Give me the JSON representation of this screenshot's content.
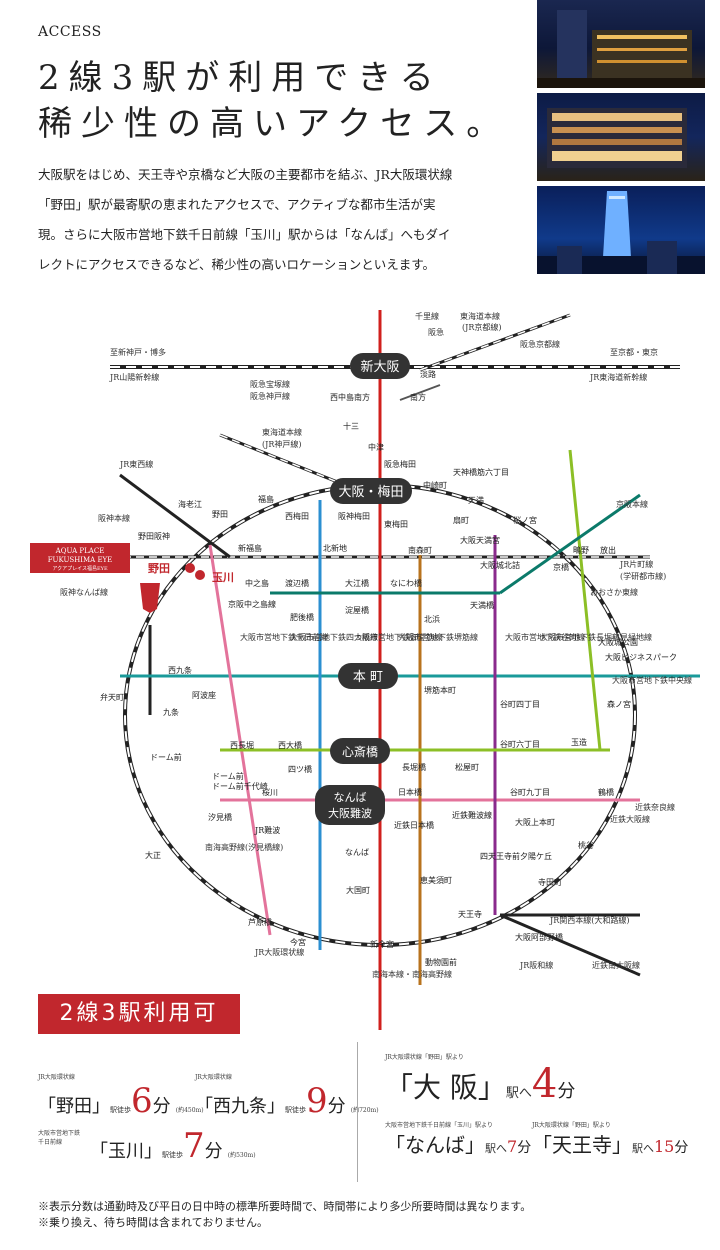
{
  "header": {
    "eyebrow": "ACCESS",
    "line1": "2線3駅が利用できる",
    "line2": "稀少性の高いアクセス。"
  },
  "intro": "大阪駅をはじめ、天王寺や京橋など大阪の主要都市を結ぶ、JR大阪環状線「野田」駅が最寄駅の恵まれたアクセスで、アクティブな都市生活が実現。さらに大阪市営地下鉄千日前線「玉川」駅からは「なんば」へもダイレクトにアクセスできるなど、稀少性の高いロケーションといえます。",
  "colors": {
    "accent_red": "#c1272d",
    "loop_black": "#222222",
    "chuo_teal": "#1a9a9a",
    "midosuji_red": "#d0201d",
    "yotsubashi_blue": "#2b8fd1",
    "sennichimae_pink": "#e3739b",
    "sakaisuji_brown": "#b8731e",
    "tanimachi_purple": "#8a2a8c",
    "nagahori_green": "#8cbf26",
    "keihan_green": "#0b7a6a"
  },
  "map": {
    "hubs": {
      "shin_osaka": "新大阪",
      "umeda": "大阪・梅田",
      "honmachi": "本 町",
      "shinsaibashi": "心斎橋",
      "namba_1": "なんば",
      "namba_2": "大阪難波"
    },
    "property": {
      "name_en_1": "AQUA PLACE",
      "name_en_2": "FUKUSHIMA EYE",
      "name_jp": "アクアプレイス福島EYE"
    },
    "highlight_stations": {
      "noda": "野田",
      "tamagawa": "玉川"
    },
    "stations": {
      "s1": "十三",
      "s2": "中津",
      "s3": "西中島南方",
      "s4": "南方",
      "s5": "淡路",
      "s6": "福島",
      "s7": "野田",
      "s8": "海老江",
      "s9": "野田阪神",
      "s10": "新福島",
      "s11": "北新地",
      "s12": "西梅田",
      "s13": "阪神梅田",
      "s14": "阪急梅田",
      "s15": "東梅田",
      "s16": "中崎町",
      "s17": "天神橋筋六丁目",
      "s18": "扇町",
      "s19": "天満",
      "s20": "南森町",
      "s21": "大阪天満宮",
      "s22": "大阪城北詰",
      "s23": "桜ノ宮",
      "s24": "京橋",
      "s25": "鴫野",
      "s26": "放出",
      "s27": "中之島",
      "s28": "渡辺橋",
      "s29": "大江橋",
      "s30": "なにわ橋",
      "s31": "京阪中之島線",
      "s32": "肥後橋",
      "s33": "淀屋橋",
      "s34": "北浜",
      "s35": "天満橋",
      "s36": "大阪城公園",
      "s37": "大阪ビジネスパーク",
      "s38": "西九条",
      "s39": "弁天町",
      "s40": "九条",
      "s41": "阿波座",
      "s42": "堺筋本町",
      "s43": "谷町四丁目",
      "s44": "森ノ宮",
      "s45": "西長堀",
      "s46": "西大橋",
      "s47": "四ツ橋",
      "s48": "長堀橋",
      "s49": "松屋町",
      "s50": "谷町六丁目",
      "s51": "玉造",
      "s52": "ドーム前",
      "s53": "ドーム前千代崎",
      "s54": "桜川",
      "s55": "日本橋",
      "s56": "近鉄日本橋",
      "s57": "近鉄難波線",
      "s58": "谷町九丁目",
      "s59": "大阪上本町",
      "s60": "鶴橋",
      "s61": "汐見橋",
      "s62": "JR難波",
      "s63": "大正",
      "s64": "桃谷",
      "s65": "寺田町",
      "s66": "四天王寺前夕陽ケ丘",
      "s67": "恵美須町",
      "s68": "大国町",
      "s69": "芦原橋",
      "s70": "今宮",
      "s71": "新今宮",
      "s72": "天王寺",
      "s73": "大阪阿部野橋",
      "s74": "動物園前",
      "s75": "なんば",
      "s76": "ドーム前"
    },
    "line_labels": {
      "l1": "至新神戸・博多",
      "l2": "JR山陽新幹線",
      "l3": "至京都・東京",
      "l4": "JR東海道新幹線",
      "l5": "東海道本線",
      "l6": "(JR京都線)",
      "l7": "阪急京都線",
      "l8": "千里線",
      "l9": "阪急",
      "l10": "阪急宝塚線",
      "l11": "阪急神戸線",
      "l12": "東海道本線",
      "l13": "(JR神戸線)",
      "l14": "JR東西線",
      "l15": "阪神本線",
      "l16": "京阪本線",
      "l17": "JR片町線",
      "l18": "(学研都市線)",
      "l19": "おおさか東線",
      "l20": "阪神なんば線",
      "l21": "大阪市営地下鉄千日前線",
      "l22": "大阪市営地下鉄四つ橋線",
      "l23": "大阪市営地下鉄御堂筋線",
      "l24": "大阪市営地下鉄堺筋線",
      "l25": "大阪市営地下鉄谷町線",
      "l26": "大阪市営地下鉄長堀鶴見緑地線",
      "l27": "大阪市営地下鉄中央線",
      "l28": "近鉄奈良線",
      "l29": "近鉄大阪線",
      "l30": "南海高野線(汐見橋線)",
      "l31": "JR関西本線(大和路線)",
      "l32": "JR阪和線",
      "l33": "近鉄南大阪線",
      "l34": "JR大阪環状線",
      "l35": "南海本線・南海高野線"
    }
  },
  "badge": "2線3駅利用可",
  "times": {
    "noda": {
      "line": "JR大阪環状線",
      "station": "「野田」",
      "walk": "駅徒歩",
      "minutes": "6",
      "unit": "分",
      "dist": "(約450m)"
    },
    "nishikujo": {
      "line": "JR大阪環状線",
      "station": "「西九条」",
      "walk": "駅徒歩",
      "minutes": "9",
      "unit": "分",
      "dist": "(約720m)"
    },
    "tamagawa": {
      "line_1": "大阪市営地下鉄",
      "line_2": "千日前線",
      "station": "「玉川」",
      "walk": "駅徒歩",
      "minutes": "7",
      "unit": "分",
      "dist": "(約530m)"
    },
    "osaka": {
      "via": "JR大阪環状線「野田」駅より",
      "station": "「大 阪」",
      "to": "駅へ",
      "minutes": "4",
      "unit": "分"
    },
    "namba": {
      "via": "大阪市営地下鉄千日前線「玉川」駅より",
      "station": "「なんば」",
      "to": "駅へ",
      "minutes": "7",
      "unit": "分"
    },
    "tennoji": {
      "via": "JR大阪環状線「野田」駅より",
      "station": "「天王寺」",
      "to": "駅へ",
      "minutes": "15",
      "unit": "分"
    }
  },
  "notes": [
    "※表示分数は通勤時及び平日の日中時の標準所要時間で、時間帯により多少所要時間は異なります。",
    "※乗り換え、待ち時間は含まれておりません。"
  ]
}
